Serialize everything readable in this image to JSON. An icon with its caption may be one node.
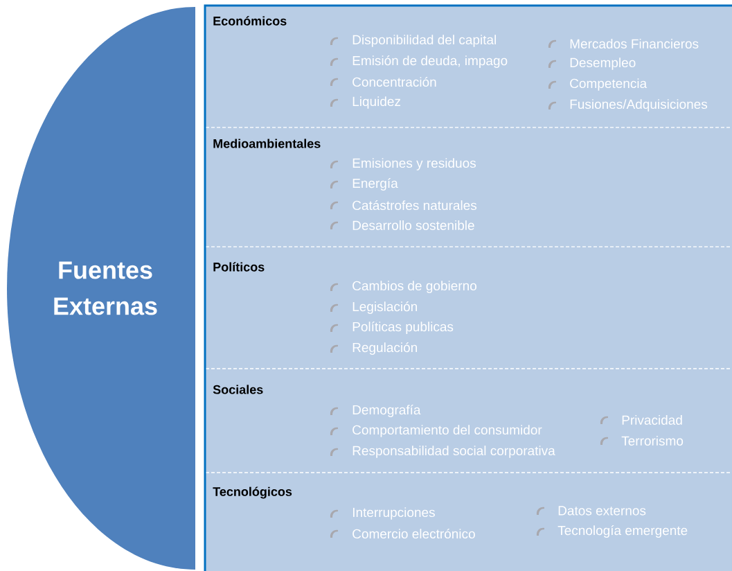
{
  "diagram": {
    "nodes": [
      {
        "text": [
          "Fuentes Externas"
        ]
      },
      {
        "text": [],
        "shape": "box"
      },
      {
        "text": [
          "Económicos",
          "Disponibilidad del capital",
          "Emisión de deuda, impago",
          "Concentración",
          "Liquidez",
          "Mercados Financieros",
          "Desempleo",
          "Competencia",
          "Fusiones/Adquisiciones"
        ],
        "in": 1
      },
      {
        "text": [
          "Medioambientales",
          "Emisiones y residuos",
          "Energía",
          "Catástrofes naturales",
          "Desarrollo sostenible"
        ],
        "in": 1
      },
      {
        "text": [
          "Políticos",
          "Cambios de gobierno",
          "Legislación",
          "Políticas publicas",
          "Regulación"
        ],
        "in": 1
      },
      {
        "text": [
          "Sociales",
          "Demografía",
          "Comportamiento del consumidor",
          "Responsabilidad social corporativa",
          "Privacidad",
          "Terrorismo"
        ],
        "in": 1
      },
      {
        "text": [
          "Tecnológicos",
          "Interrupciones",
          "Comercio electrónico",
          "Datos externos",
          "Tecnología emergente"
        ],
        "in": 1
      }
    ]
  }
}
